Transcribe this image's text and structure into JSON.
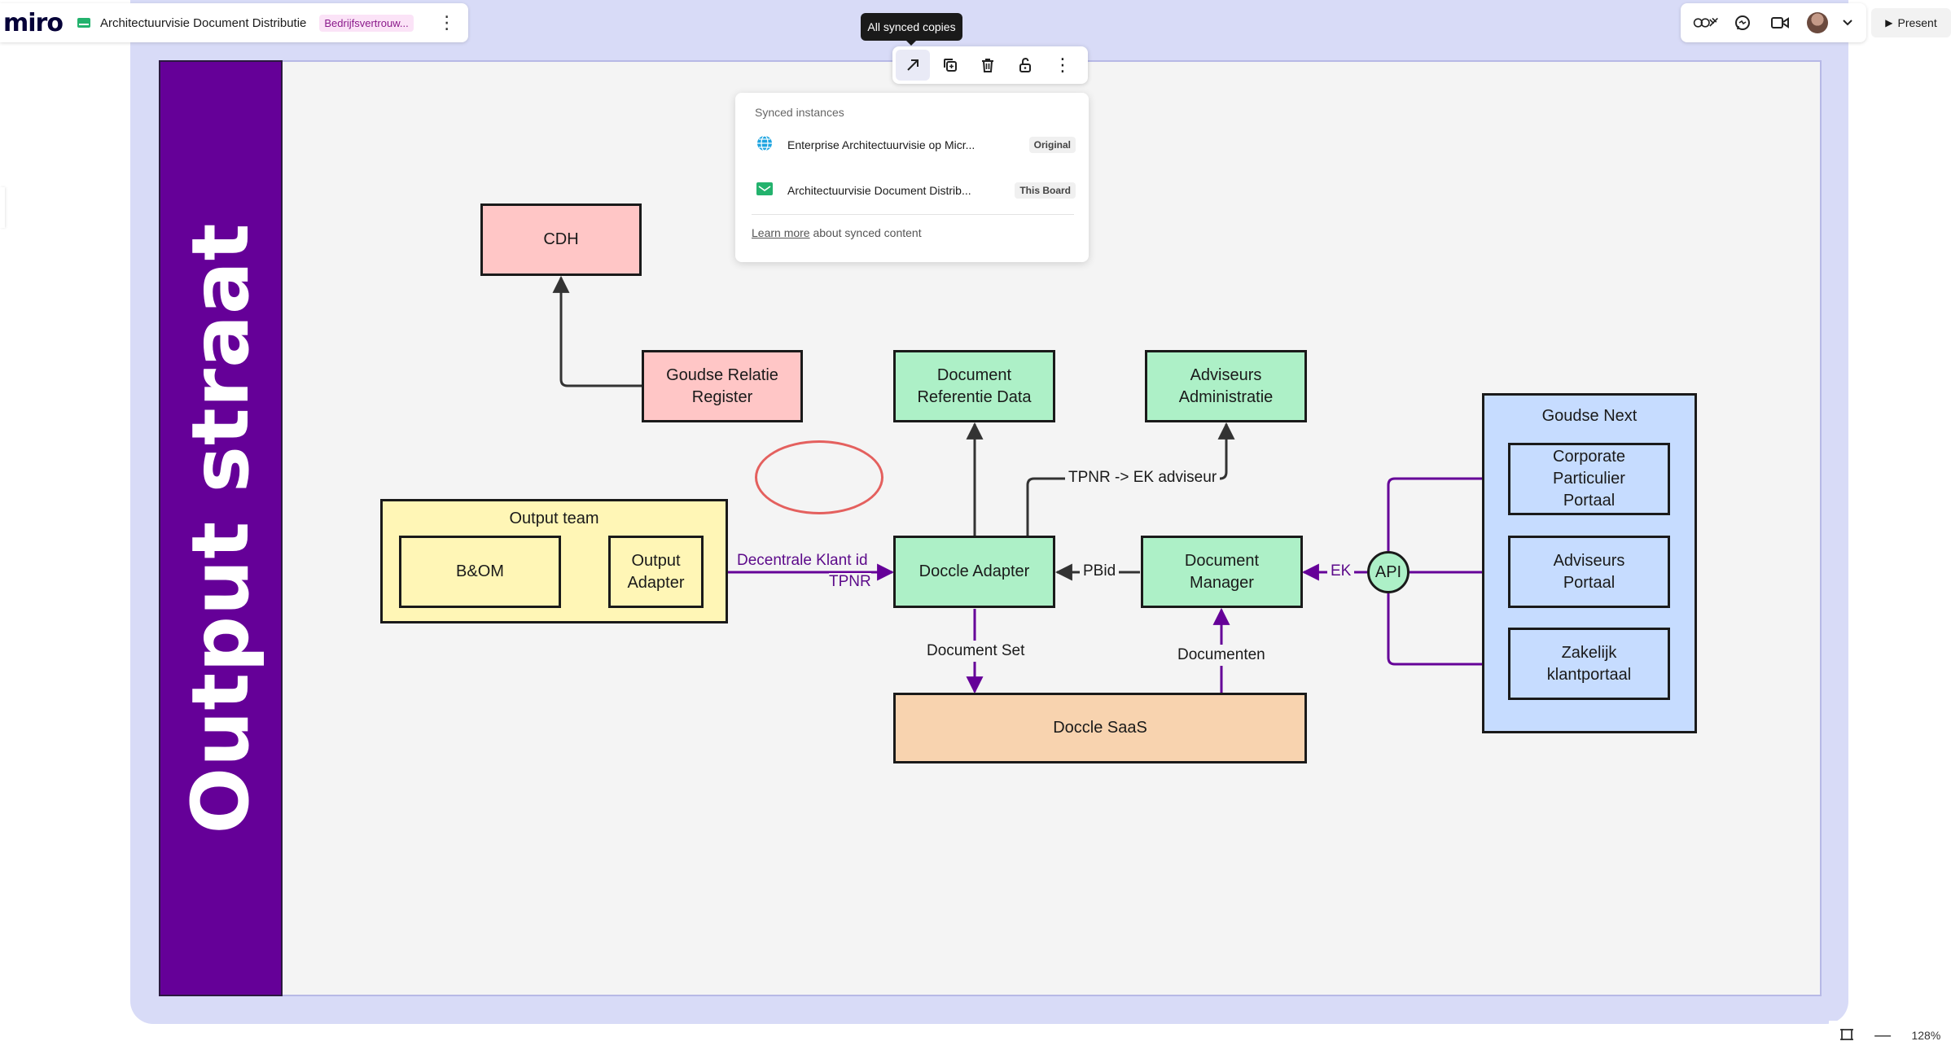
{
  "header": {
    "logo": "miro",
    "board_title": "Architectuurvisie Document Distributie",
    "badge": "Bedrijfsvertrouw..."
  },
  "toolbar_right": {
    "present_label": "Present",
    "icons": [
      "reactions-icon",
      "chat-icon",
      "video-icon",
      "avatar",
      "chevron-down-icon"
    ]
  },
  "tooltip": "All synced copies",
  "sync_toolbar": {
    "buttons": [
      "open-synced-copies-icon",
      "duplicate-icon",
      "delete-icon",
      "unlock-icon",
      "more-icon"
    ]
  },
  "sync_popup": {
    "title": "Synced instances",
    "instances": [
      {
        "name": "Enterprise Architectuurvisie op Micr...",
        "tag": "Original",
        "icon": "globe-icon"
      },
      {
        "name": "Architectuurvisie Document Distrib...",
        "tag": "This Board",
        "icon": "board-icon"
      }
    ],
    "footer_link": "Learn more",
    "footer_text": " about synced content"
  },
  "diagram": {
    "lane_title": "Output straat",
    "nodes": {
      "cdh": "CDH",
      "goudse_relatie": "Goudse Relatie Register",
      "doc_referentie": "Document Referentie Data",
      "adviseurs_admin": "Adviseurs Administratie",
      "output_team": "Output team",
      "bom": "B&OM",
      "output_adapter": "Output Adapter",
      "doccle_adapter": "Doccle Adapter",
      "document_manager": "Document Manager",
      "doccle_saas": "Doccle SaaS",
      "api": "API",
      "goudse_next": "Goudse Next",
      "corporate_portaal": "Corporate Particulier Portaal",
      "adviseurs_portaal": "Adviseurs Portaal",
      "zakelijk_portaal": "Zakelijk klantportaal"
    },
    "edge_labels": {
      "decentrale": "Decentrale Klant id",
      "tpnr": "TPNR",
      "tpnr_ek": "TPNR -> EK adviseur",
      "pbid": "PBid",
      "ek": "EK",
      "document_set": "Document Set",
      "documenten": "Documenten"
    },
    "colors": {
      "lane": "#650098",
      "pink": "#ffc6c6",
      "green": "#adf0c7",
      "yellow": "#fff6b6",
      "orange": "#f8d3af",
      "blue": "#c6dcff",
      "purple_edge": "#650098",
      "ellipse": "#e4605e"
    }
  },
  "zoom": {
    "level": "128%"
  }
}
